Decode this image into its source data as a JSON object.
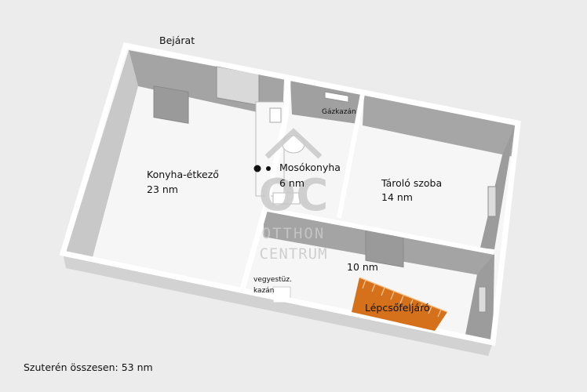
{
  "entrance_label": "Bejárat",
  "rooms": {
    "kitchen": {
      "name": "Konyha-étkező",
      "area": "23 nm"
    },
    "laundry": {
      "name": "Mosókonyha",
      "area": "6 nm"
    },
    "storage": {
      "name": "Tároló szoba",
      "area": "14 nm"
    },
    "hall_area": "10 nm"
  },
  "boiler_label": "Gázkazán",
  "fuel_boiler_label_line1": "vegyestüz.",
  "fuel_boiler_label_line2": "kazán",
  "stairs_label": "Lépcsőfeljáró",
  "watermark": {
    "monogram": "OC",
    "line1": "OTTHON",
    "line2": "CENTRUM"
  },
  "total_label": "Szuterén összesen: 53 nm",
  "colors": {
    "background": "#ececec",
    "wall_top": "#ffffff",
    "wall_side": "#a9a9a9",
    "floor": "#f6f6f6",
    "stairs": "#d4711a",
    "watermark": "#c9c9c9"
  }
}
